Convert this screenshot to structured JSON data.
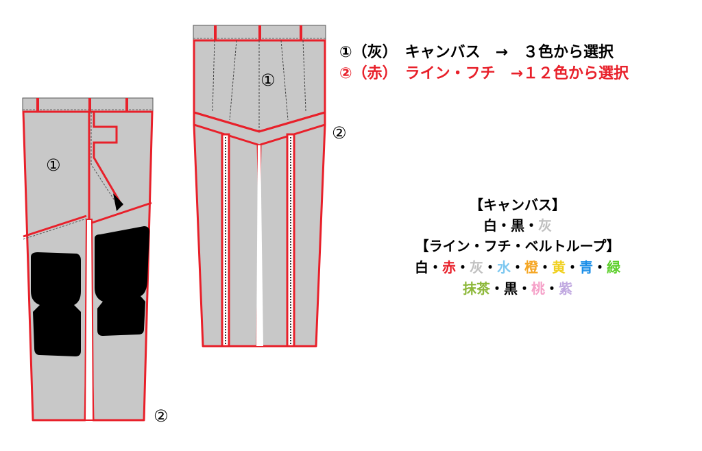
{
  "legend": {
    "line1": "①（灰）　キャンバス　→　３色から選択",
    "line2": "②（赤）　ライン・フチ　→１２色から選択"
  },
  "callouts": {
    "front_part1": "①",
    "front_part2": "②",
    "back_part1": "①",
    "back_part2": "②"
  },
  "palette": {
    "canvas_heading": "【キャンバス】",
    "canvas_colors": [
      {
        "name": "白",
        "color": "#000000"
      },
      {
        "name": "黒",
        "color": "#000000"
      },
      {
        "name": "灰",
        "color": "#c0c0c0"
      }
    ],
    "line_heading": "【ライン・フチ・ベルトループ】",
    "line_colors_row1": [
      {
        "name": "白",
        "color": "#000000"
      },
      {
        "name": "赤",
        "color": "#e8202a"
      },
      {
        "name": "灰",
        "color": "#c0c0c0"
      },
      {
        "name": "水",
        "color": "#7ec8f0"
      },
      {
        "name": "橙",
        "color": "#f5a623"
      },
      {
        "name": "黄",
        "color": "#f0d020"
      },
      {
        "name": "青",
        "color": "#1a8ee8"
      },
      {
        "name": "緑",
        "color": "#5ccf2a"
      }
    ],
    "line_colors_row2": [
      {
        "name": "抹茶",
        "color": "#8db83a"
      },
      {
        "name": "黒",
        "color": "#000000"
      },
      {
        "name": "桃",
        "color": "#f5a0c8"
      },
      {
        "name": "紫",
        "color": "#c0a8e0"
      }
    ]
  },
  "colors": {
    "canvas": "#c8c8c8",
    "trim": "#e8202a",
    "pad": "#000000"
  }
}
